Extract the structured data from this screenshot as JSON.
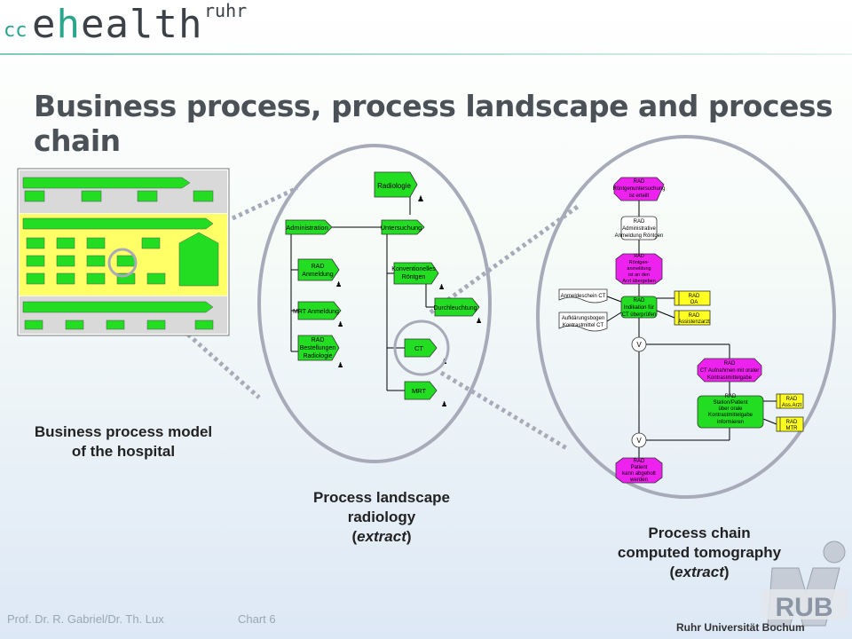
{
  "logo": {
    "prefix": "cc",
    "e": "e",
    "h": "h",
    "rest": "ealth",
    "suffix": "ruhr"
  },
  "slide_title": "Business process, process landscape and process chain",
  "captions": {
    "hospital_line1": "Business process model",
    "hospital_line2": "of the hospital",
    "landscape_line1": "Process landscape",
    "landscape_line2": "radiology",
    "landscape_extract": "extract",
    "chain_line1": "Process chain",
    "chain_line2": "computed tomography",
    "chain_extract": "extract"
  },
  "landscape": {
    "radiologie": "Radiologie",
    "administration": "Administration",
    "untersuchung": "Untersuchung",
    "rad_anmeldung": [
      "RAD",
      "Anmeldung"
    ],
    "mrt_anmeldung": "MRT Anmeldung",
    "rad_bestellungen": [
      "RAD",
      "Bestellungen",
      "Radiologie"
    ],
    "konventionelles": [
      "Konventionelles",
      "Röntgen"
    ],
    "durchleuchtung": "Durchleuchtung",
    "ct": "CT",
    "mrt": "MRT"
  },
  "chain": {
    "e1": [
      "RAD",
      "Röntgenuntersuchung",
      "ist erteilt"
    ],
    "f1": [
      "RAD",
      "Administrative",
      "Anmeldung Röntgen"
    ],
    "e2": [
      "RAD",
      "Röntgen-",
      "anmeldung",
      "ist an den",
      "Arzt übergeben"
    ],
    "f2": [
      "RAD",
      "Indikation für",
      "CT überprüfen"
    ],
    "doc1": "Anmeldeschein CT",
    "doc2": [
      "Aufklärungsbogen",
      "Kontrastmittel CT"
    ],
    "role1": [
      "RAD",
      "OA"
    ],
    "role2": [
      "RAD",
      "Assistenzarzt"
    ],
    "connector": "V",
    "e3": [
      "RAD",
      "CT Aufnahmen mit oraler",
      "Kontrastmittelgabe"
    ],
    "f3": [
      "RAD",
      "Station/Patient",
      "über orale",
      "Kontrastmittelgabe",
      "informieren"
    ],
    "role3": [
      "RAD",
      "Ass.Arzt"
    ],
    "role4": [
      "RAD",
      "MTR"
    ],
    "e4": [
      "RAD",
      "Patient",
      "kann abgeholt",
      "werden"
    ]
  },
  "footer": {
    "authors": "Prof. Dr. R. Gabriel/Dr. Th. Lux",
    "chart": "Chart 6",
    "university": "Ruhr Universität Bochum",
    "logo_letters": "RUB"
  },
  "colors": {
    "function_green": "#22dd22",
    "event_magenta": "#ee22ee",
    "role_yellow": "#ffff22",
    "ellipse_gray": "#a7aab8",
    "panel_yellow": "#ffff66",
    "title_gray": "#4b5157",
    "logo_teal": "#2ba68d"
  }
}
